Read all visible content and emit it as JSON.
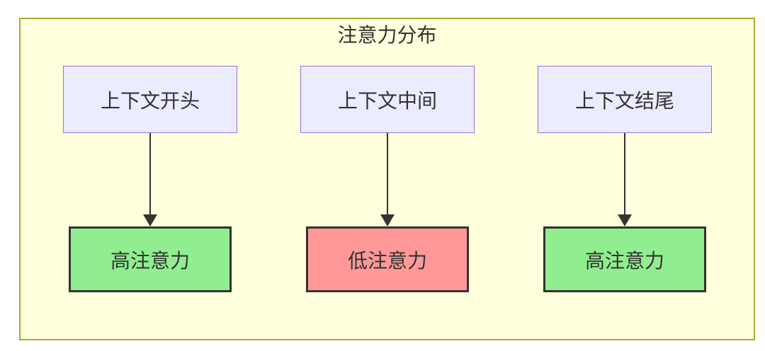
{
  "diagram": {
    "type": "flowchart",
    "title": "注意力分布",
    "columns": [
      {
        "source": "上下文开头",
        "target": "高注意力",
        "target_type": "high"
      },
      {
        "source": "上下文中间",
        "target": "低注意力",
        "target_type": "low"
      },
      {
        "source": "上下文结尾",
        "target": "高注意力",
        "target_type": "high"
      }
    ],
    "colors": {
      "page_background": "#ffffff",
      "cluster_fill": "#ffffde",
      "cluster_border": "#aaaa33",
      "source_node_fill": "#ececff",
      "source_node_border": "#9370db",
      "high_attention_fill": "#90ee90",
      "low_attention_fill": "#ff9999",
      "target_node_border": "#333333",
      "arrow": "#333333",
      "text": "#333333"
    }
  }
}
